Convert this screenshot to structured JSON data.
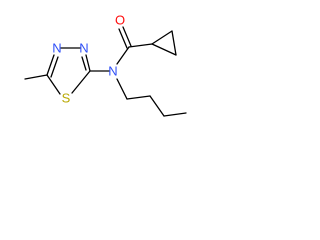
{
  "molecule": {
    "atoms": {
      "o": {
        "symbol": "O",
        "color": "#ff0d0d"
      },
      "n_amide": {
        "symbol": "N",
        "color": "#3050f8"
      },
      "n_ring1": {
        "symbol": "N",
        "color": "#3050f8"
      },
      "n_ring2": {
        "symbol": "N",
        "color": "#3050f8"
      },
      "s": {
        "symbol": "S",
        "color": "#b8a800"
      }
    },
    "bond_color": "#000000"
  }
}
